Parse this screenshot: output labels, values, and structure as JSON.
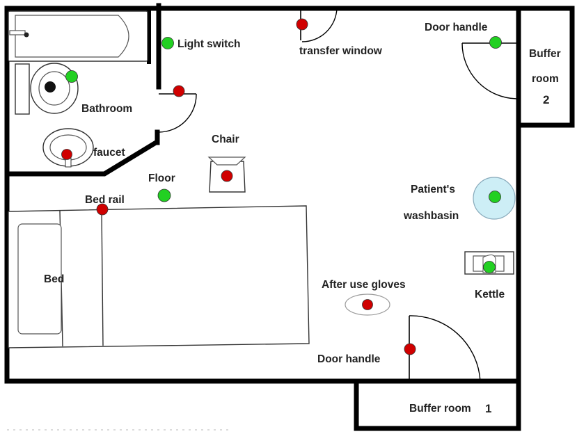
{
  "labels": {
    "light_switch": "Light switch",
    "transfer_window": "transfer window",
    "door_handle_top": "Door handle",
    "buffer_room_2_line1": "Buffer",
    "buffer_room_2_line2": "room",
    "buffer_room_2_line3": "2",
    "bathroom": "Bathroom",
    "faucet": "faucet",
    "chair": "Chair",
    "floor": "Floor",
    "bed_rail": "Bed rail",
    "patients_washbasin_line1": "Patient's",
    "patients_washbasin_line2": "washbasin",
    "bed": "Bed",
    "after_use_gloves": "After use gloves",
    "kettle": "Kettle",
    "door_handle_bottom": "Door handle",
    "buffer_room_1": "Buffer room",
    "buffer_room_1_num": "1"
  },
  "colors": {
    "contaminated": "#d00000",
    "clean": "#22d022",
    "washbasin_fill": "#cdeef6"
  },
  "sample_points": [
    {
      "name": "light-switch-point",
      "status": "clean"
    },
    {
      "name": "transfer-window-point",
      "status": "contaminated"
    },
    {
      "name": "door-handle-top-point",
      "status": "clean"
    },
    {
      "name": "toilet-point",
      "status": "clean"
    },
    {
      "name": "bathroom-door-point",
      "status": "contaminated"
    },
    {
      "name": "faucet-point",
      "status": "contaminated"
    },
    {
      "name": "chair-point",
      "status": "contaminated"
    },
    {
      "name": "floor-point",
      "status": "clean"
    },
    {
      "name": "bed-rail-point",
      "status": "contaminated"
    },
    {
      "name": "washbasin-point",
      "status": "clean"
    },
    {
      "name": "kettle-point",
      "status": "clean"
    },
    {
      "name": "gloves-point",
      "status": "contaminated"
    },
    {
      "name": "door-handle-bottom-point",
      "status": "contaminated"
    }
  ]
}
